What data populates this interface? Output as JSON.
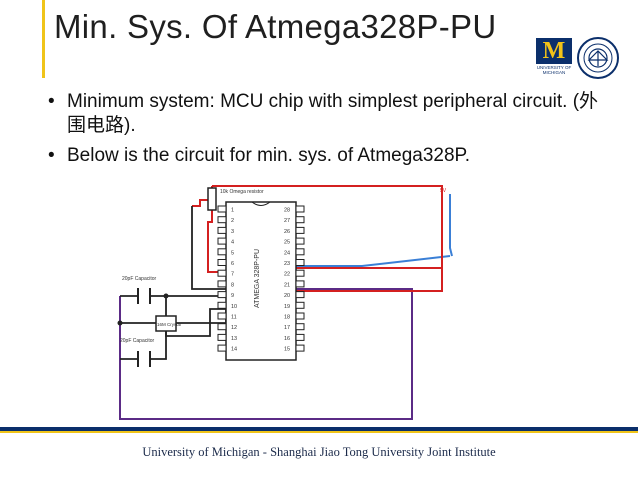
{
  "slide": {
    "title": "Min. Sys. Of Atmega328P-PU",
    "bullets": [
      "Minimum system: MCU chip with simplest peripheral circuit. (外围电路).",
      "Below is the circuit for min. sys. of Atmega328P."
    ],
    "bullet_glyph": "•",
    "footer": "University of Michigan - Shanghai Jiao Tong University Joint Institute"
  },
  "logos": {
    "michigan_mark": "M",
    "michigan_text": "UNIVERSITY OF MICHIGAN",
    "sjtu_seal_icon": "sjtu-seal-icon"
  },
  "circuit": {
    "chip_label": "ATMEGA 328P-PU",
    "resistor_label": "10k Omega resistor",
    "capacitor_top_label": "20pF Capacitor",
    "capacitor_bottom_label": "20pF Capacitor",
    "crystal_label": "16M Crystal",
    "supply_label": "5V",
    "left_pins": [
      "1",
      "2",
      "3",
      "4",
      "5",
      "6",
      "7",
      "8",
      "9",
      "10",
      "11",
      "12",
      "13",
      "14"
    ],
    "right_pins": [
      "28",
      "27",
      "26",
      "25",
      "24",
      "23",
      "22",
      "21",
      "20",
      "19",
      "18",
      "17",
      "16",
      "15"
    ],
    "colors": {
      "red_wire": "#d42020",
      "blue_wire": "#3a7fd6",
      "purple_wire": "#5b2b86",
      "black_wire": "#222222"
    }
  }
}
